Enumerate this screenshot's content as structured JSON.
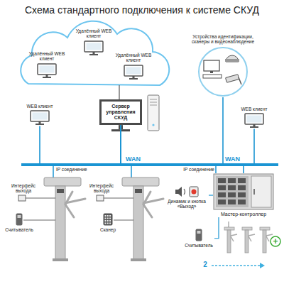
{
  "diagram": {
    "title": "Схема стандартного подключения к системе СКУД",
    "nodes": [
      {
        "text": [
          "Удалённый WEB клиент"
        ]
      },
      {
        "text": [
          "Удалённый WEB клиент"
        ]
      },
      {
        "text": [
          "Удалённый WEB клиент"
        ]
      },
      {
        "text": [
          "Устройства идентификации, сканеры и видеонаблюдение"
        ]
      },
      {
        "text": [
          "WEB клиент"
        ]
      },
      {
        "text": [
          "Сервер управления СКУД"
        ]
      },
      {
        "text": [
          "WEB клиент"
        ]
      },
      {
        "text": [
          "Считыватель"
        ]
      },
      {
        "text": [
          "Сканер"
        ]
      },
      {
        "text": [
          "Мастер-контроллер"
        ]
      },
      {
        "text": [
          "Динамик и кнопка «Выход»"
        ]
      },
      {
        "text": [
          "Считыватель"
        ]
      }
    ],
    "edges": [
      {
        "from": 5,
        "to": 4,
        "arrow": "none"
      },
      {
        "from": 5,
        "to": 3,
        "arrow": "none"
      },
      {
        "from": 5,
        "to": 6,
        "label": "WAN",
        "arrow": "none"
      },
      {
        "from": 5,
        "to": 9,
        "label": "WAN",
        "arrow": "none"
      },
      {
        "from": 9,
        "to": 10,
        "arrow": "none"
      },
      {
        "from": 9,
        "to": 11,
        "arrow": "none"
      }
    ],
    "labels": [
      "IP соединение",
      "Интерфейс выхода",
      "Интерфейс выхода",
      "IP соединение",
      "2",
      "+"
    ]
  }
}
